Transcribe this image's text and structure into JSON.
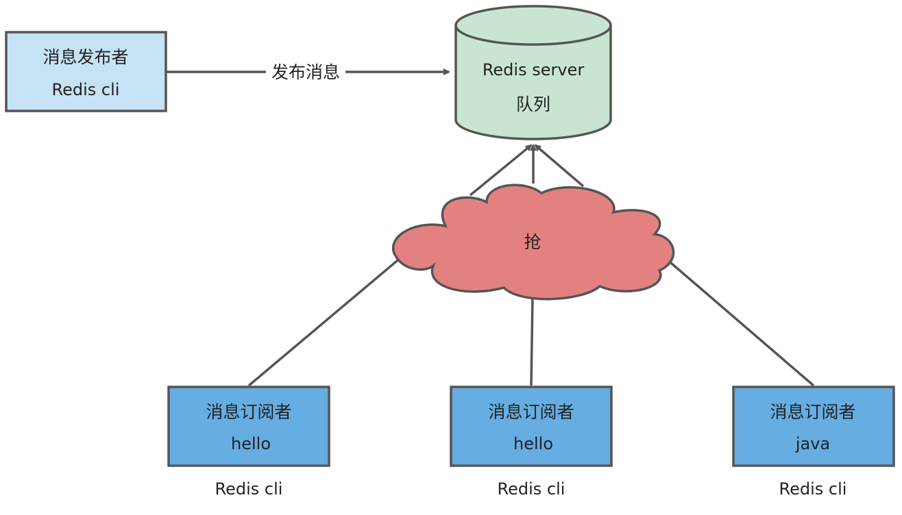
{
  "publisher": {
    "title": "消息发布者",
    "subtitle": "Redis cli"
  },
  "publish_edge": {
    "label": "发布消息"
  },
  "server": {
    "title": "Redis server",
    "subtitle": "队列"
  },
  "contention": {
    "label": "抢"
  },
  "subscribers": [
    {
      "title": "消息订阅者",
      "channel": "hello",
      "caption": "Redis cli"
    },
    {
      "title": "消息订阅者",
      "channel": "hello",
      "caption": "Redis cli"
    },
    {
      "title": "消息订阅者",
      "channel": "java",
      "caption": "Redis cli"
    }
  ],
  "colors": {
    "publisher_fill": "#c6e2f5",
    "server_fill": "#c8e6cf",
    "cloud_fill": "#e38181",
    "subscriber_fill": "#66ade2",
    "stroke": "#555555"
  }
}
